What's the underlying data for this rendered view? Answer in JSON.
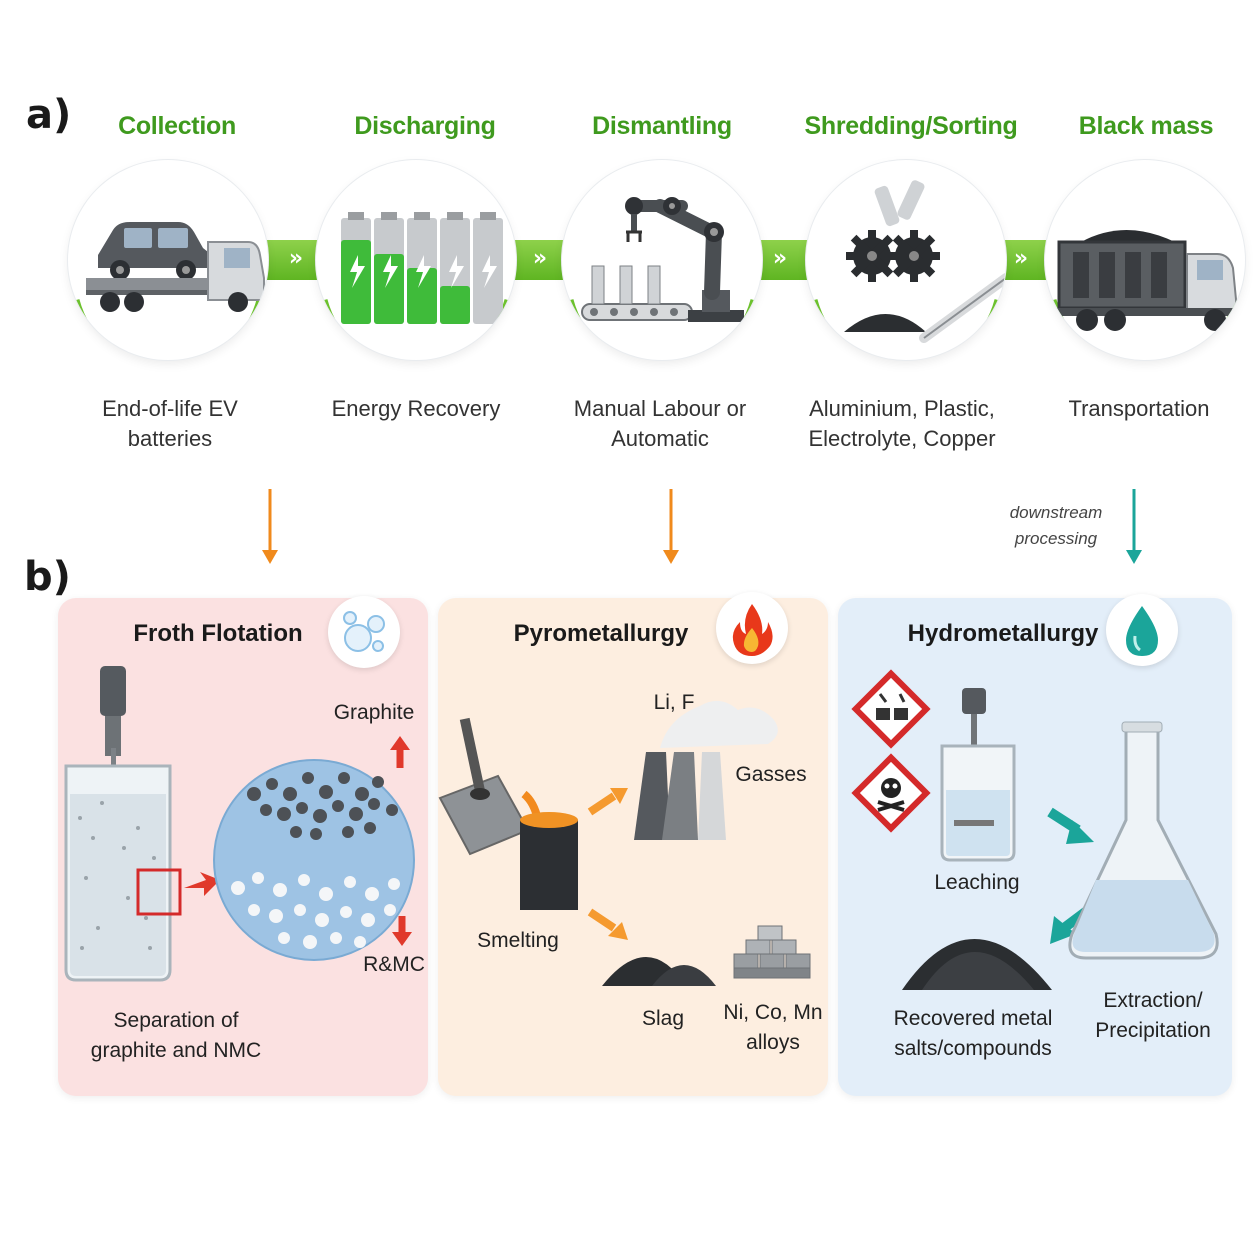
{
  "panel_a": {
    "letter": "a)",
    "stages": [
      {
        "title": "Collection",
        "caption_lines": [
          "End-of-life EV",
          "batteries"
        ],
        "icon": "car-transport-truck-icon"
      },
      {
        "title": "Discharging",
        "caption_lines": [
          "Energy Recovery"
        ],
        "icon": "battery-cells-icon"
      },
      {
        "title": "Dismantling",
        "caption_lines": [
          "Manual Labour or",
          "Automatic"
        ],
        "icon": "robot-arm-icon"
      },
      {
        "title": "Shredding/Sorting",
        "caption_lines": [
          "Aluminium, Plastic,",
          "Electrolyte, Copper"
        ],
        "icon": "shredder-gears-icon"
      },
      {
        "title": "Black mass",
        "caption_lines": [
          "Transportation"
        ],
        "icon": "dump-truck-icon"
      }
    ],
    "connector_glyph": "»"
  },
  "downstream_label_lines": [
    "downstream",
    "processing"
  ],
  "panel_b": {
    "letter": "b)",
    "froth": {
      "title": "Froth Flotation",
      "top_product": "Graphite",
      "bottom_product": "R&MC",
      "caption_lines": [
        "Separation of",
        "graphite and NMC"
      ],
      "badge_icon": "bubbles-icon",
      "color": "#fbe1e1"
    },
    "pyro": {
      "title": "Pyrometallurgy",
      "gas_species": "Li, F",
      "gases": "Gasses",
      "smelting": "Smelting",
      "slag": "Slag",
      "alloys_lines": [
        "Ni, Co, Mn",
        "alloys"
      ],
      "badge_icon": "flame-icon",
      "color": "#fdeee0"
    },
    "hydro": {
      "title": "Hydrometallurgy",
      "leaching": "Leaching",
      "extraction_lines": [
        "Extraction/",
        "Precipitation"
      ],
      "recovered_lines": [
        "Recovered metal",
        "salts/compounds"
      ],
      "badge_icon": "water-drop-icon",
      "color": "#e3eef9"
    }
  },
  "colors": {
    "green_title": "#3f9a1e",
    "green_chevron": "#6cc12d",
    "orange_arrow": "#f08a1c",
    "teal_arrow": "#1ba59a",
    "red_arrow": "#e0392b"
  }
}
